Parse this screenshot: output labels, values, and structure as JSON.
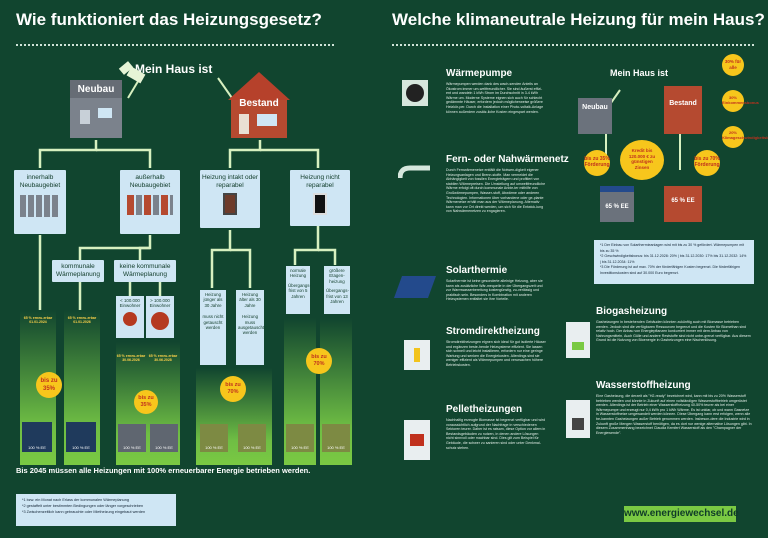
{
  "left": {
    "title": "Wie funktioniert das Heizungsgesetz?",
    "start_label": "Mein Haus ist",
    "neubau": "Neubau",
    "bestand": "Bestand",
    "inner_box": "innerhalb Neubaugebiet",
    "outer_box": "außerhalb Neubaugebiet",
    "heizung_intakt": "Heizung intakt oder reparabel",
    "heizung_nicht": "Heizung nicht reparabel",
    "kommunale": "kommunale Wärmeplanung",
    "keine_kommunale": "keine kommunale Wärmeplanung",
    "less_100k": "< 100.000 Einwohner",
    "more_100k": "> 100.000 Einwohner",
    "young": "Heizung jünger als 30 Jahre",
    "young_note": "muss nicht getauscht werden",
    "old": "Heizung älter als 30 Jahre",
    "old_note": "Heizung muss ausgetauscht werden",
    "normal": "normale Heizung",
    "gas": "größere Etagen-heizung",
    "uebergang1": "Übergangs-frist von 5 Jahren",
    "uebergang2": "Übergangs-frist von 13 Jahren",
    "pct_ee": "65 % erneu-erbar 01.01.2024",
    "pct_ee2": "65 % erneu-erbar 01.01.2026",
    "pct_ee3": "65 % erneu-erbar 30.06.2026",
    "pct_ee4": "65 % erneu-erbar 30.06.2028",
    "burst_35": "bis zu 35%",
    "burst_70": "bis zu 70%",
    "house_pct": "100 % EE",
    "bottom_statement": "Bis 2045 müssen alle Heizungen mit 100% erneuerbarer Energie betrieben werden.",
    "notes": [
      "*1   bzw. ein Monat nach Erlass der kommunalen Wärmeplanung",
      "*2   gestaffelt unter bestimmten Bedingungen oder länger vorgeschrieben",
      "*3   Zwischenzeitlich kann gebrauchte oder Mietheizung eingebaut werden"
    ]
  },
  "right": {
    "title": "Welche klimaneutrale Heizung für mein Haus?",
    "start_label": "Mein Haus ist",
    "neubau": "Neubau",
    "bestand": "Bestand",
    "pct_ee": "65 % EE",
    "kredit": "Kredit bis 120.000 € zu günstigen Zinsen",
    "bis35": "bis zu 35% Förderung",
    "bis70": "bis zu 70% Förderung",
    "bonus30": "30% für alle",
    "bonus30b": "30% Einkommensbonus",
    "bonus20": "20% Klimageschwindigkeitsbonus",
    "footnotes": [
      "*1  Der Einbau von Solarthermieanlagen wird mit bis zu 30 % gefördert. Wärmepumpen mit bis zu 35 %",
      "*2  Geschwindigkeitsbonus: bis 31.12.2028: 20%  |  bis 31.12.2030: 17%  bis 31.12.2032: 14%  |  bis 31.12.2034: 11%",
      "*3  Die Förderung ist auf max. 70% der förderfähigen Kosten begrenzt. Die förderfähigen Investitionskosten sind auf 30.000 Euro begrenzt."
    ],
    "sections": [
      {
        "heading": "Wärmepumpe",
        "text": "Wärmepumpen werden dank des wach-senden Anteils an Ökostrom immer um-weltfreundlicher. Sie sind äußerst effizi-ent und wandeln 1 kWh Strom im Durchschnitt in 3-4 kWh Wärme um. Moderne Systeme eignen sich auch für schlecht gedämmte Häuser, erfordern jedoch möglicherweise größere Heizkör-per. Durch die Installation einer Photo-voltaik-Anlage können außerdem zusätz-liche Kosten eingespart werden."
      },
      {
        "heading": "Fern- oder Nahwärmenetz",
        "text": "Durch Fernwärmenetze entfällt die Notwen-digkeit eigener Heizungsanlagen und Brenn-stoffe. Man vermeidet die Abhängigkeit von fossilen Energieträgern und profitiert von stabilen Wärmepreisen. Die Umstellung auf umweltfreundliche Wärme erfolgt oft durch kommunale Anbie-ter mithilfe von Großwärmepumpen, Wasser-stoff, Abwärme oder anderen Technologien. Informationen über vorhandene oder ge-plante Wärmenetze erhält man aus der Wärmeplanung. Alternativ kann man vor Ort direkt werden, um sich für die Entwick-lung von Nahwärmenetzen zu engagieren."
      },
      {
        "heading": "Solarthermie",
        "text": "Solarthermie ist keine gesonderte alleinige Heizung, aber sie kann als zusätzliche Wär-mequelle in der Übergangszeit und zur Warmwasserbereitung kostengünstig, zu-verlässig und praktisch sein. Besonders in Kombination mit anderen Heizsystemen entfaltet sie ihre Vorteile."
      },
      {
        "heading": "Stromdirektheizung",
        "text": "Stromdirektheizungen eignen sich ideal für gut isolierte Häuser und ergänzen beste-hende Heizsysteme effizient. Sie lassen sich schnell und leicht installieren, erfordern nur eine geringe Wartung und senken die Energiekosten. Allerdings sind sie weniger effizient als Wärmepumpen und verursachen höhere Betriebskosten."
      },
      {
        "heading": "Pelletheizungen",
        "text": "Nachhaltig erzeugte Biomasse ist begrenzt verfügbar und wird voraussichtlich aufgrund der Nachfrage in verschiedenen Sektoren teurer. Daher ist es ratsam, diese Option vor allem in Bestandsgebäuden zu nutzen, in denen andere Lösungen nicht sinnvoll oder machbar sind. Dies gilt zum Beispiel für Gebäude, die schwer zu sanieren sind oder unter Denkmal-schutz stehen."
      },
      {
        "heading": "Biogasheizung",
        "text": "Gasheizungen in bestehenden Gebäuden könnten zukünftig auch mit Biomasse betrieben werden. Jedoch sind die verfügbaren Ressourcen begrenzt und die Kosten für Biomethan sind relativ hoch. Der Anbau von Energiepflanzen konkurriert immer mit dem Anbau von Nahrungsmitteln. Auch Gülle und andere Reststoffe sind nicht unbe-grenzt verfügbar. Aus diesem Grund ist die Nutzung von Bioenergie in Gasheizungen eine Nischenlösung."
      },
      {
        "heading": "Wasserstoffheizung",
        "text": "Eine Gasheizung, die derzeit als \"H2-ready\" bezeichnet wird, kann mit bis zu 20% Wasserstoff betrieben werden und könnte in Zukunft auf einen vollständigen Wasserstoffbetrieb umgerüstet werden. Allerdings ist der Betrieb einer Wasserstoffheizung 40-50% teurer als bei einer Wärmepumpe und erzeugt nur 0,4 kWh pro 1 kWh Wärme. Es ist unklar, ob und wann Gasnetze in Wasserstoffnetze umgewandelt werden können. Diese Übergang kann erst erfolgen, wenn alle be-kannten Gasheizungen außer Betrieb genommen werden. Insbeson-dere die Industrie wird in Zukunft große Mengen Wasserstoff benötigen, da es dort nur wenige alternative Lösungen gibt. In diesem Zusammenhang bezeichnet Claudia Kemfert Wasserstoff als den \"Champagner der Energiewende\"."
      }
    ],
    "url": "www.energiewechsel.de"
  }
}
